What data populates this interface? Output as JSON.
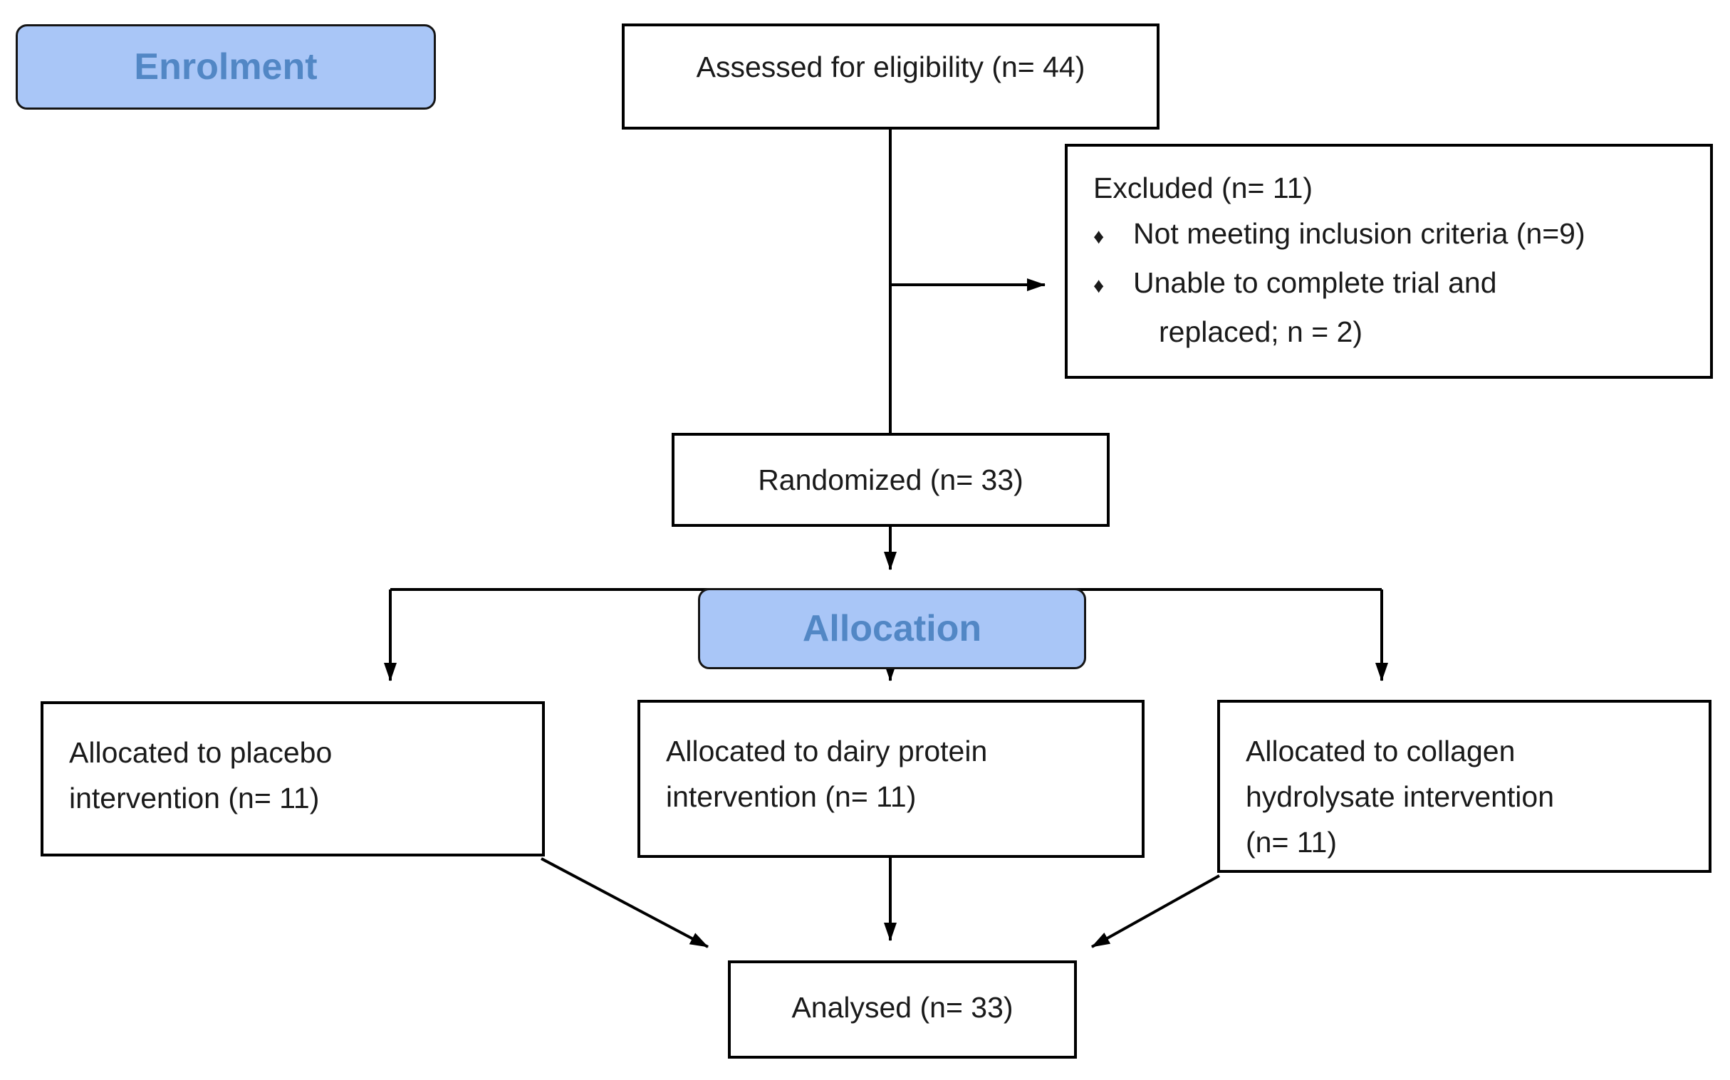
{
  "stages": {
    "enrolment": "Enrolment",
    "allocation": "Allocation"
  },
  "boxes": {
    "assessed": {
      "text": "Assessed for eligibility (n= 44)"
    },
    "excluded": {
      "title": "Excluded (n= 11)",
      "bullet_glyph": "♦",
      "bullets": [
        {
          "text": "Not meeting inclusion criteria (n=9)",
          "continuation": ""
        },
        {
          "text": "Unable to complete trial and",
          "continuation": "replaced; n = 2)"
        }
      ]
    },
    "randomized": {
      "text": "Randomized (n= 33)"
    },
    "placebo": {
      "lines": [
        "Allocated to placebo",
        "intervention (n= 11)"
      ]
    },
    "dairy": {
      "lines": [
        "Allocated to dairy protein",
        "intervention (n= 11)"
      ]
    },
    "collagen": {
      "lines": [
        "Allocated to collagen",
        "hydrolysate intervention",
        "(n= 11)"
      ]
    },
    "analysed": {
      "text": "Analysed (n= 33)"
    }
  },
  "colors": {
    "stage_fill": "#a9c6f7",
    "stage_text": "#5287c5",
    "stage_border": "#151515",
    "box_border": "#000000",
    "line_color": "#000000",
    "text_color": "#1a1a1a",
    "bg": "#ffffff"
  }
}
